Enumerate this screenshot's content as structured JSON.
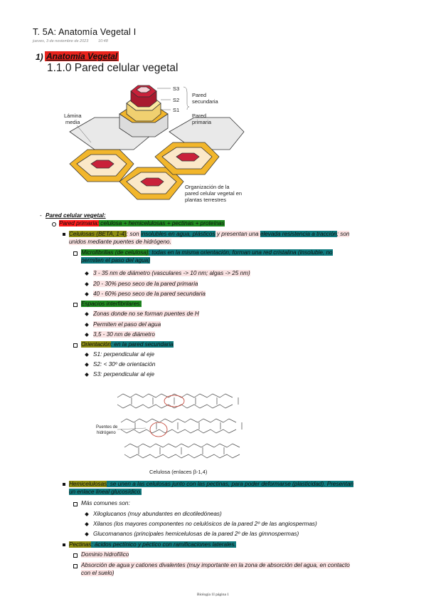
{
  "header": {
    "title": "T. 5A: Anatomía Vegetal I",
    "date": "jueves, 3 de noviembre de 2023",
    "time": "10:48"
  },
  "section": {
    "number": "1)",
    "title": "Anatomía Vegetal"
  },
  "figure1": {
    "title": "1.1.0 Pared celular vegetal",
    "label_s3": "S3",
    "label_s2": "S2",
    "label_s1": "S1",
    "label_pared_secundaria": [
      "Pared",
      "secundaria"
    ],
    "label_pared_primaria": [
      "Pared",
      "primaria"
    ],
    "label_lamina_media": [
      "Lámina",
      "media"
    ],
    "caption": [
      "Organización de la",
      "pared celular vegetal en",
      "plantas terrestres"
    ]
  },
  "outline": {
    "heading": "Pared celular vegetal:",
    "pared_primaria_label": "Pared primaria:",
    "pared_primaria_text": " celulosa + hemicelulosas + pectinas + proteínas",
    "celulosas_label": "Celulosas (BETA, 1-4)",
    "celulosas_t1": ": son ",
    "celulosas_t2": "insolubles en agua, plásticos",
    "celulosas_t3": " y presentan una ",
    "celulosas_t4": "elevada resistencia a tracción",
    "celulosas_t5": "; son",
    "celulosas_line2": "unidos mediante puentes de hidrógeno.",
    "microfibrillas_label": "Microfibrillas (de celulosa)",
    "microfibrillas_text": ": todas en la misma orientación, forman una red cristalina (insoluble, no",
    "microfibrillas_line2": "permiten el paso del agua)",
    "micro_items": [
      "3 - 35 nm de diámetro (vasculares -> 10 nm; algas -> 25 nm)",
      "20 - 30% peso seco de la pared primaria",
      "40 - 60% peso seco de la pared secundaria"
    ],
    "espacios_label": "Espacios interfibrilares:",
    "espacios_items": [
      "Zonas donde no se forman puentes de H",
      "Permiten el paso del agua",
      "3,5 - 30 nm de diámetro"
    ],
    "orientacion_label": "Orientación",
    "orientacion_text": ": en la pared secundaria",
    "orientacion_items": [
      "S1: perpendicular al eje",
      "S2: < 30º de orientación",
      "S3: perpendicular al eje"
    ],
    "figure2_label": [
      "Puentes de",
      "hidrógeno"
    ],
    "figure2_caption": "Celulosa (enlaces β-1,4)",
    "hemicelulosas_label": "Hemicelulosas",
    "hemicelulosas_text": ": se unen a las celulosas junto con las pectinas, para poder deformarse (plasticidad). Presentan",
    "hemicelulosas_line2": "un enlace lineal glucosídico.",
    "mas_comunes": "Más comunes son:",
    "hemi_items": [
      "Xiloglucanos (muy abundantes en dicotiledóneas)",
      "Xilanos (los mayores componentes no celulósicos de la pared 2º de las angiospermas)",
      "Glucomananos (principales hemicelulosas de la pared 2º de las gimnospermas)"
    ],
    "pectinas_label": "Pectinas",
    "pectinas_text": ": ácidos pectínico y péctico con ramificaciones laterales.",
    "pectinas_items": [
      "Dominio hidrofílico",
      "Absorción de agua y cationes divalentes (muy importante en la zona de absorción del agua, en contacto",
      "con el suelo)"
    ]
  },
  "footer": {
    "text": "Biología 1I página 1"
  }
}
